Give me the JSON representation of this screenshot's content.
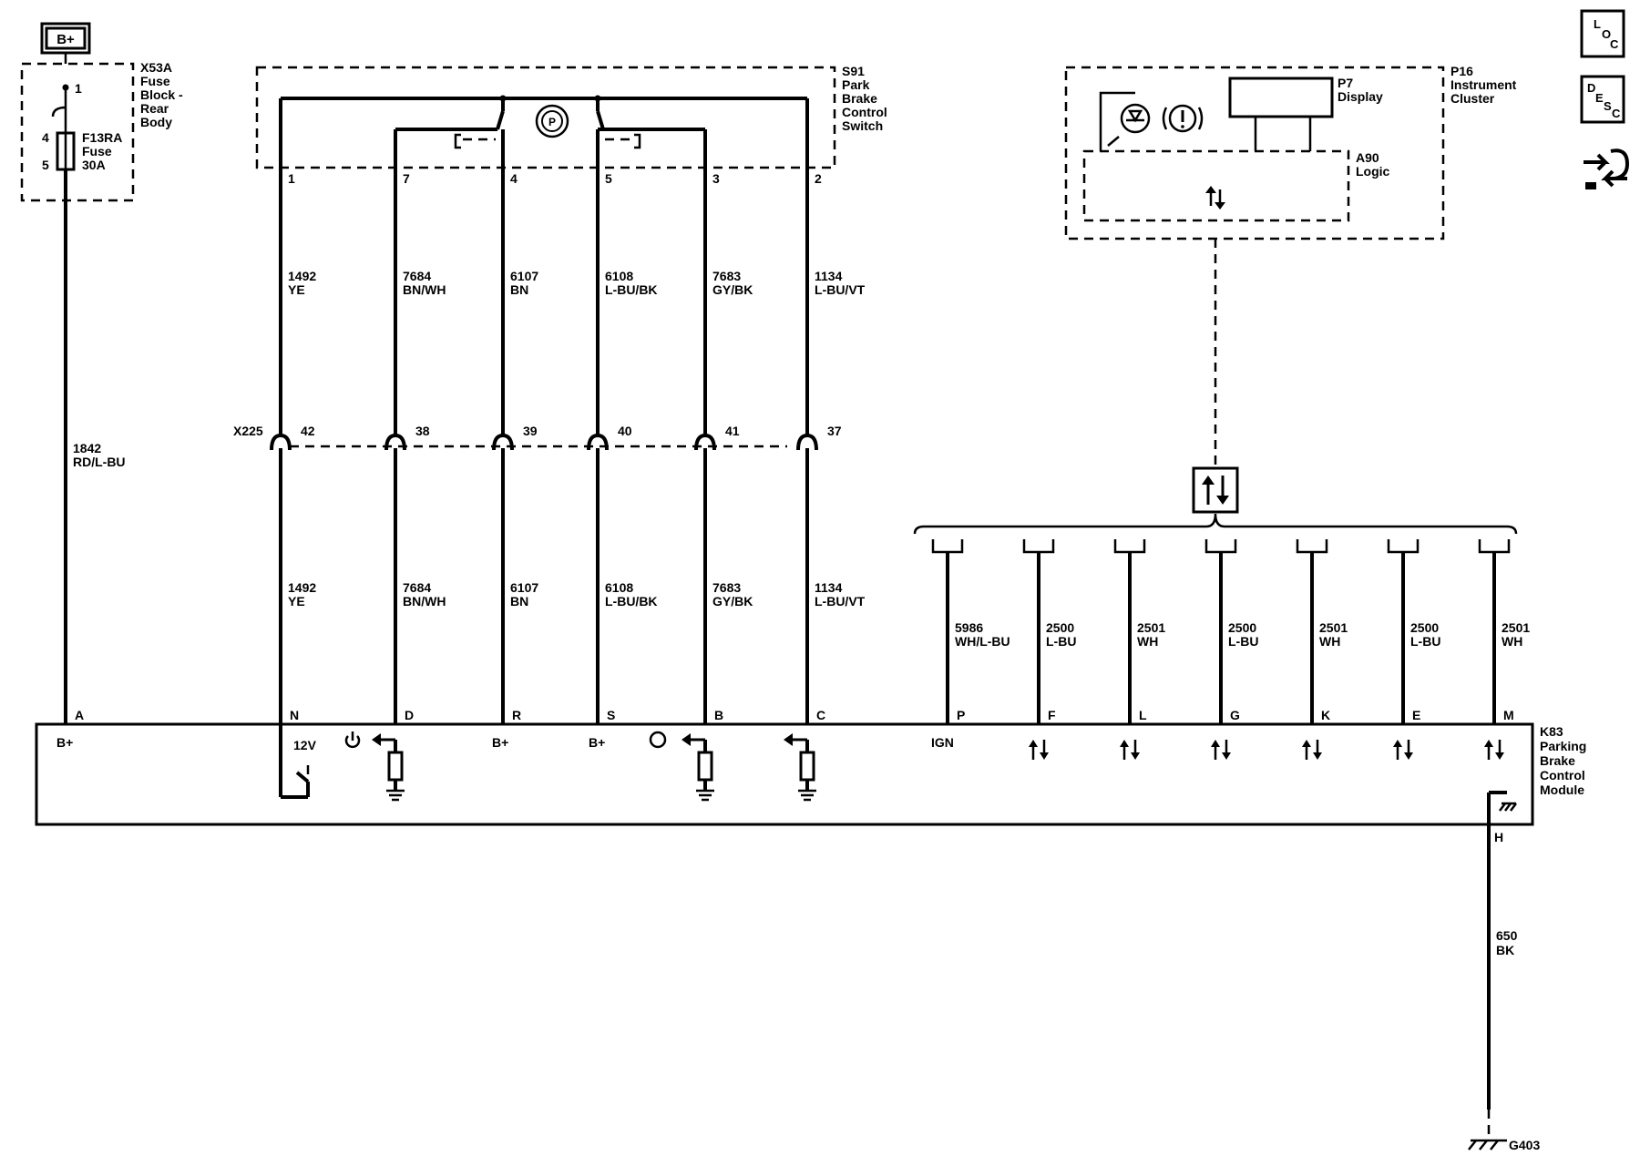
{
  "power": {
    "label": "B+"
  },
  "fuse_block": {
    "ref": "X53A",
    "name": [
      "Fuse",
      "Block -",
      "Rear",
      "Body"
    ],
    "pins": {
      "top": "1",
      "left": "4",
      "bottom": "5"
    },
    "fuse": [
      "F13RA",
      "Fuse",
      "30A"
    ]
  },
  "switch_component": {
    "ref": "S91",
    "name": [
      "Park",
      "Brake",
      "Control",
      "Switch"
    ],
    "symbol": "P",
    "pins": [
      "1",
      "7",
      "4",
      "5",
      "3",
      "2"
    ]
  },
  "cluster": {
    "ref": "P16",
    "name": [
      "Instrument",
      "Cluster"
    ],
    "display": [
      "P7",
      "Display"
    ],
    "logic": [
      "A90",
      "Logic"
    ],
    "warning_symbol": "(!)",
    "icons": [
      "park-brake-lamp-icon",
      "warning-icon"
    ]
  },
  "connector": {
    "ref": "X225",
    "pins": [
      "42",
      "38",
      "39",
      "40",
      "41",
      "37"
    ]
  },
  "wires_upper": [
    {
      "circuit": "1492",
      "color": "YE"
    },
    {
      "circuit": "7684",
      "color": "BN/WH"
    },
    {
      "circuit": "6107",
      "color": "BN"
    },
    {
      "circuit": "6108",
      "color": "L-BU/BK"
    },
    {
      "circuit": "7683",
      "color": "GY/BK"
    },
    {
      "circuit": "1134",
      "color": "L-BU/VT"
    }
  ],
  "wires_lower": [
    {
      "circuit": "1492",
      "color": "YE"
    },
    {
      "circuit": "7684",
      "color": "BN/WH"
    },
    {
      "circuit": "6107",
      "color": "BN"
    },
    {
      "circuit": "6108",
      "color": "L-BU/BK"
    },
    {
      "circuit": "7683",
      "color": "GY/BK"
    },
    {
      "circuit": "1134",
      "color": "L-BU/VT"
    }
  ],
  "feed_wire": {
    "circuit": "1842",
    "color": "RD/L-BU"
  },
  "bus_wires": [
    {
      "circuit": "5986",
      "color": "WH/L-BU"
    },
    {
      "circuit": "2500",
      "color": "L-BU"
    },
    {
      "circuit": "2501",
      "color": "WH"
    },
    {
      "circuit": "2500",
      "color": "L-BU"
    },
    {
      "circuit": "2501",
      "color": "WH"
    },
    {
      "circuit": "2500",
      "color": "L-BU"
    },
    {
      "circuit": "2501",
      "color": "WH"
    }
  ],
  "module": {
    "ref": "K83",
    "name": [
      "Parking",
      "Brake",
      "Control",
      "Module"
    ],
    "pins": [
      "A",
      "N",
      "D",
      "R",
      "S",
      "B",
      "C",
      "P",
      "F",
      "L",
      "G",
      "K",
      "E",
      "M"
    ],
    "internal_labels": {
      "bplus_a": "B+",
      "bplus_r": "B+",
      "bplus_s": "B+",
      "v12": "12V",
      "ign": "IGN"
    },
    "ground_pin": "H"
  },
  "ground_wire": {
    "circuit": "650",
    "color": "BK"
  },
  "ground": {
    "ref": "G403"
  },
  "side_buttons": [
    {
      "letters": [
        "L",
        "O",
        "C"
      ],
      "icon": "loc-icon"
    },
    {
      "letters": [
        "D",
        "E",
        "S",
        "C"
      ],
      "icon": "desc-icon"
    },
    {
      "icon": "connector-view-icon"
    }
  ]
}
